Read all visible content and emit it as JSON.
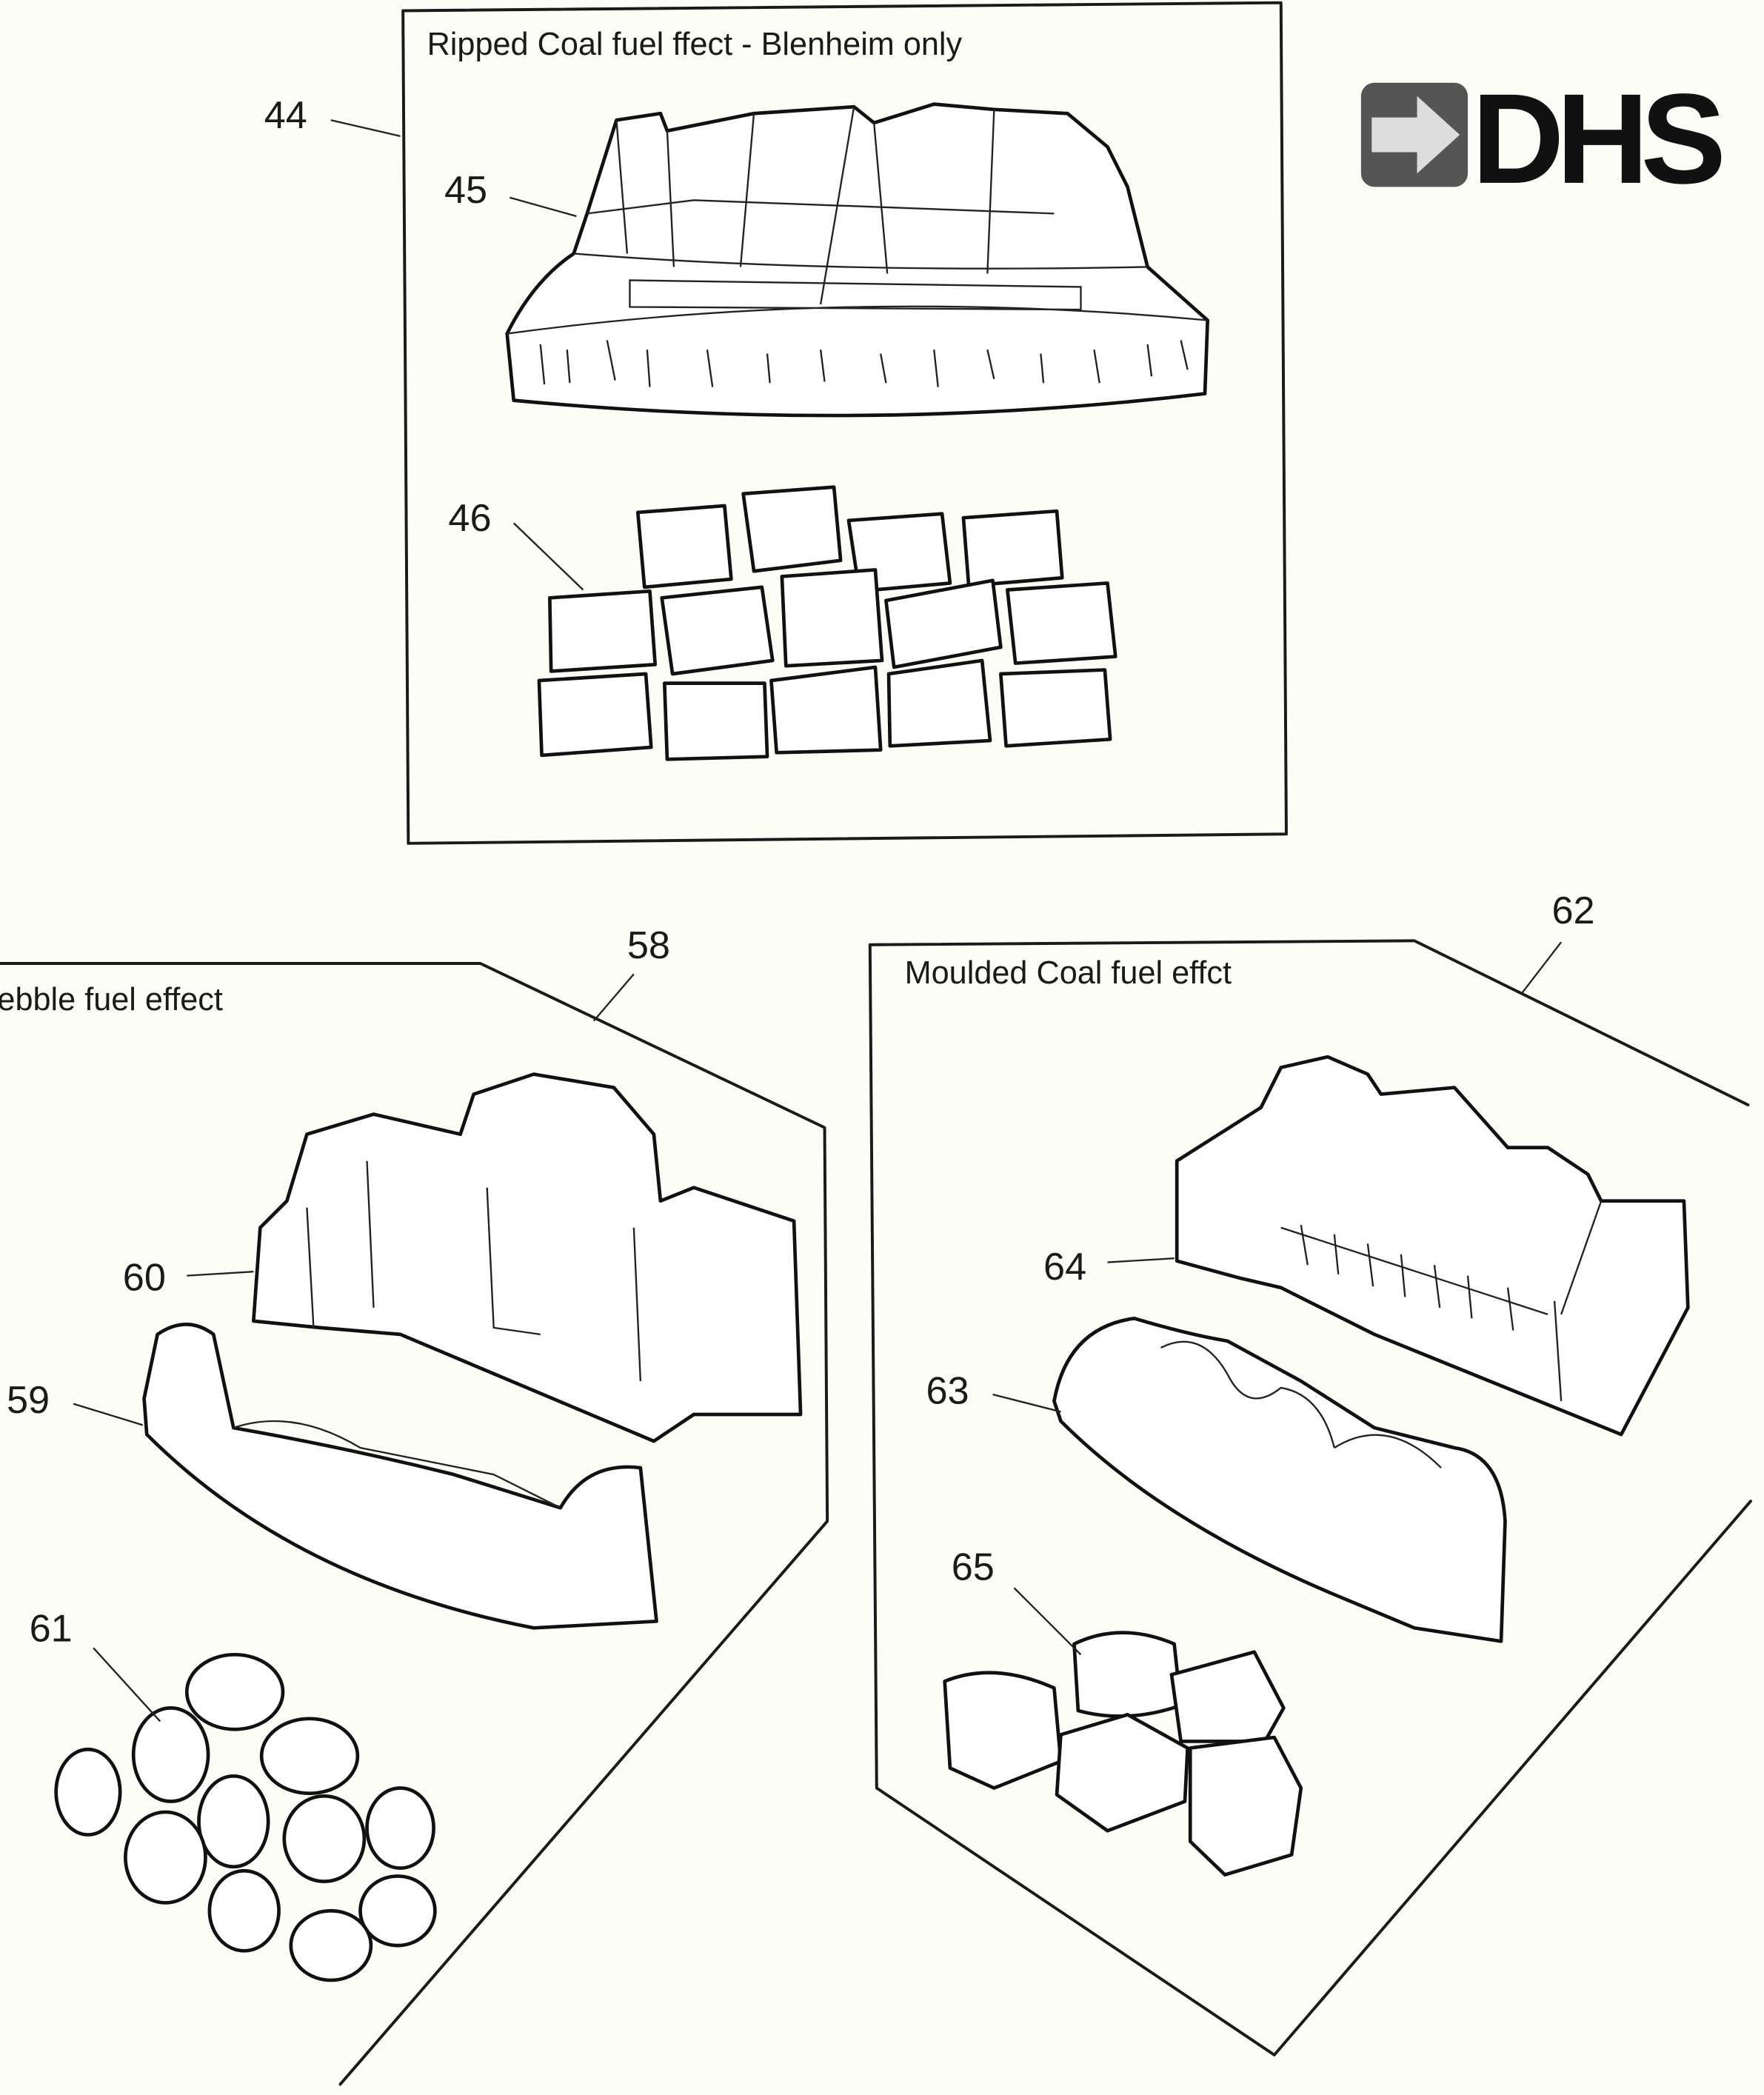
{
  "logo": {
    "text": "DHS"
  },
  "panels": {
    "ripped_coal": {
      "title": "Ripped Coal fuel ffect - Blenheim only",
      "callouts": [
        "44",
        "45",
        "46"
      ]
    },
    "pebble": {
      "title": "ebble fuel effect",
      "callouts": [
        "58",
        "60",
        "59",
        "61"
      ]
    },
    "moulded_coal": {
      "title": "Moulded Coal fuel effct",
      "callouts": [
        "62",
        "64",
        "63",
        "65"
      ]
    }
  }
}
